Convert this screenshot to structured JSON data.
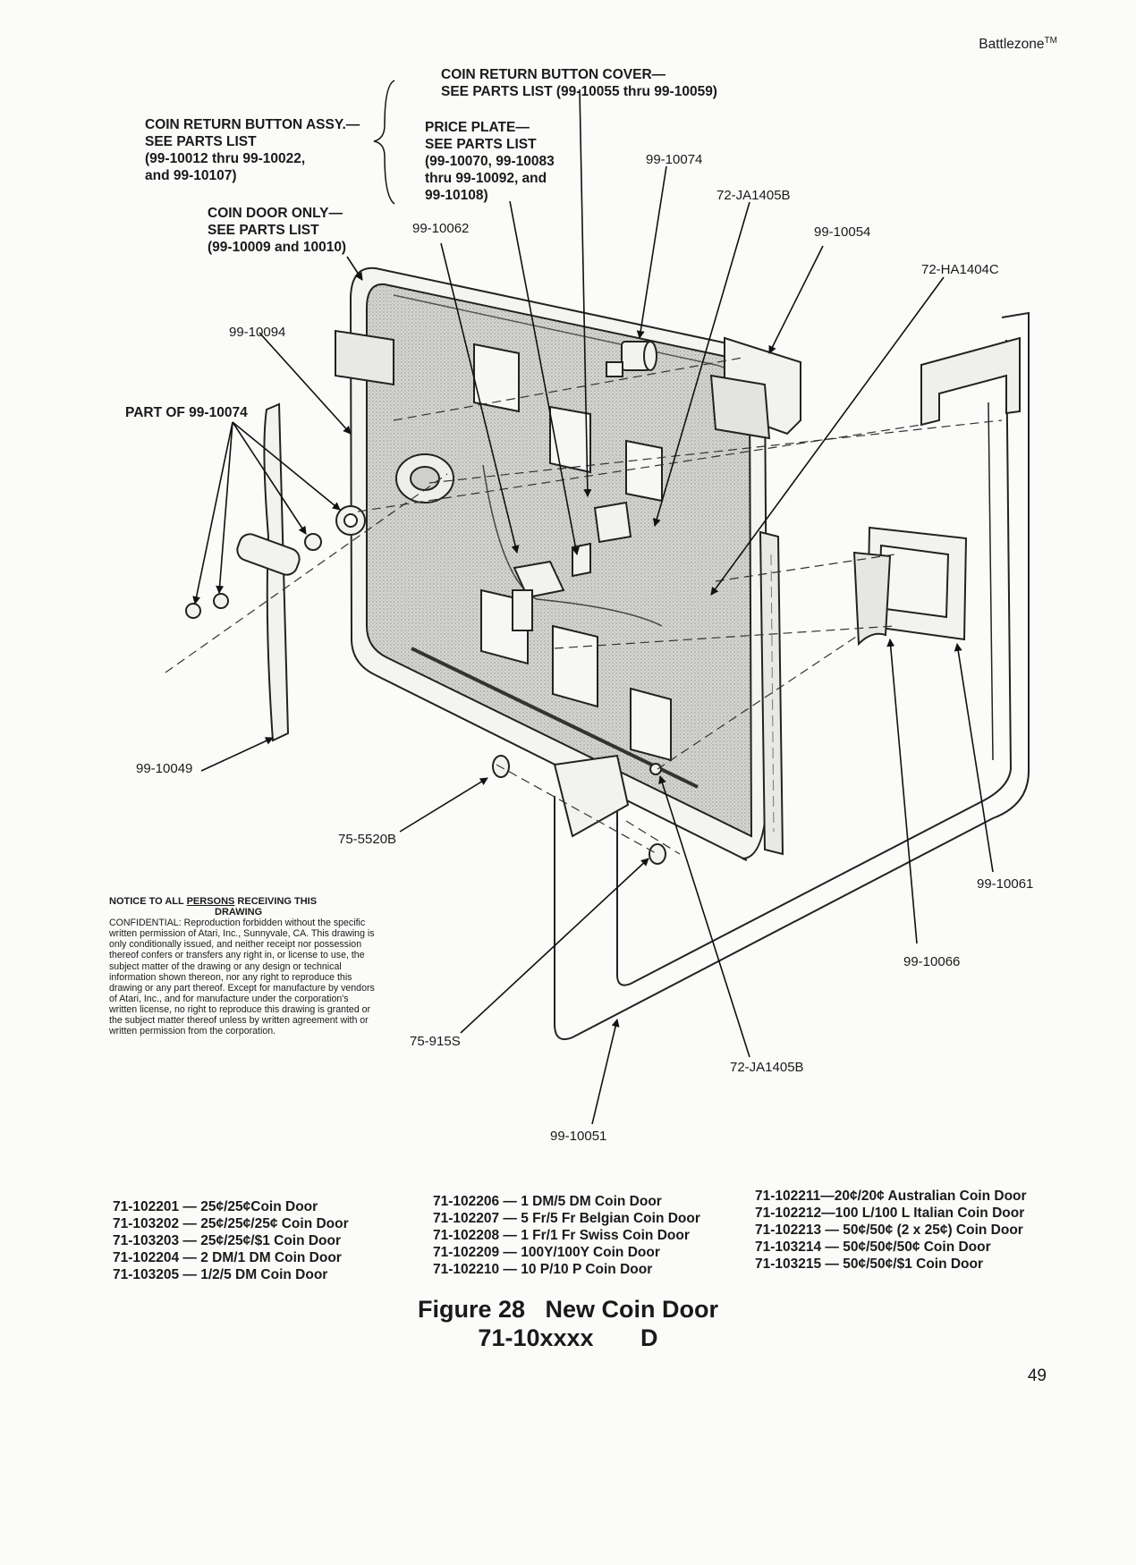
{
  "header": {
    "product": "Battlezone",
    "tm": "TM"
  },
  "callouts": {
    "coin_return_button_assy": [
      "COIN RETURN BUTTON ASSY.—",
      "SEE PARTS LIST",
      "(99-10012 thru 99-10022,",
      "and 99-10107)"
    ],
    "coin_return_button_cover": [
      "COIN RETURN BUTTON COVER—",
      "SEE PARTS LIST (99-10055 thru 99-10059)"
    ],
    "price_plate": [
      "PRICE PLATE—",
      "SEE PARTS LIST",
      "(99-10070, 99-10083",
      "thru 99-10092, and",
      "99-10108)"
    ],
    "coin_door_only": [
      "COIN DOOR ONLY—",
      "SEE PARTS LIST",
      "(99-10009 and 10010)"
    ],
    "part_of": "PART OF 99-10074"
  },
  "parts": {
    "p_99_10074": "99-10074",
    "p_72_ja1405b_top": "72-JA1405B",
    "p_99_10054": "99-10054",
    "p_72_ha1404c": "72-HA1404C",
    "p_99_10062": "99-10062",
    "p_99_10094": "99-10094",
    "p_99_10049": "99-10049",
    "p_75_5520b": "75-5520B",
    "p_99_10061": "99-10061",
    "p_99_10066": "99-10066",
    "p_75_915s": "75-915S",
    "p_72_ja1405b_bottom": "72-JA1405B",
    "p_99_10051": "99-10051"
  },
  "notice": {
    "title_a": "NOTICE TO ALL ",
    "title_b": "PERSONS",
    "title_c": " RECEIVING THIS",
    "title_d": "DRAWING",
    "body": "CONFIDENTIAL: Reproduction forbidden without the specific written permission of Atari, Inc., Sunnyvale, CA. This drawing is only conditionally issued, and neither receipt nor possession thereof confers or transfers any right in, or license to use, the subject matter of the drawing or any design or technical information shown thereon, nor any right to reproduce this drawing or any part thereof. Except for manufacture by vendors of Atari, Inc., and for manufacture under the corporation's written license, no right to reproduce this drawing is granted or the subject matter thereof unless by written agreement with or written permission from the corporation."
  },
  "part_numbers": {
    "col1": [
      "71-102201 — 25¢/25¢Coin Door",
      "71-103202 — 25¢/25¢/25¢ Coin Door",
      "71-103203 — 25¢/25¢/$1 Coin Door",
      "71-102204 — 2 DM/1 DM Coin Door",
      "71-103205 — 1/2/5 DM Coin Door"
    ],
    "col2": [
      "71-102206 — 1 DM/5 DM Coin Door",
      "71-102207 — 5 Fr/5 Fr Belgian Coin Door",
      "71-102208 — 1 Fr/1 Fr Swiss Coin Door",
      "71-102209 — 100Y/100Y Coin Door",
      "71-102210 — 10 P/10 P Coin Door"
    ],
    "col3": [
      "71-102211—20¢/20¢ Australian Coin Door",
      "71-102212—100 L/100 L Italian Coin Door",
      "71-102213 — 50¢/50¢ (2 x 25¢) Coin Door",
      "71-103214 — 50¢/50¢/50¢ Coin Door",
      "71-103215 — 50¢/50¢/$1 Coin Door"
    ]
  },
  "figure": {
    "line1": "Figure 28   New Coin Door",
    "line2": "71-10xxxx       D"
  },
  "page_number": "49"
}
